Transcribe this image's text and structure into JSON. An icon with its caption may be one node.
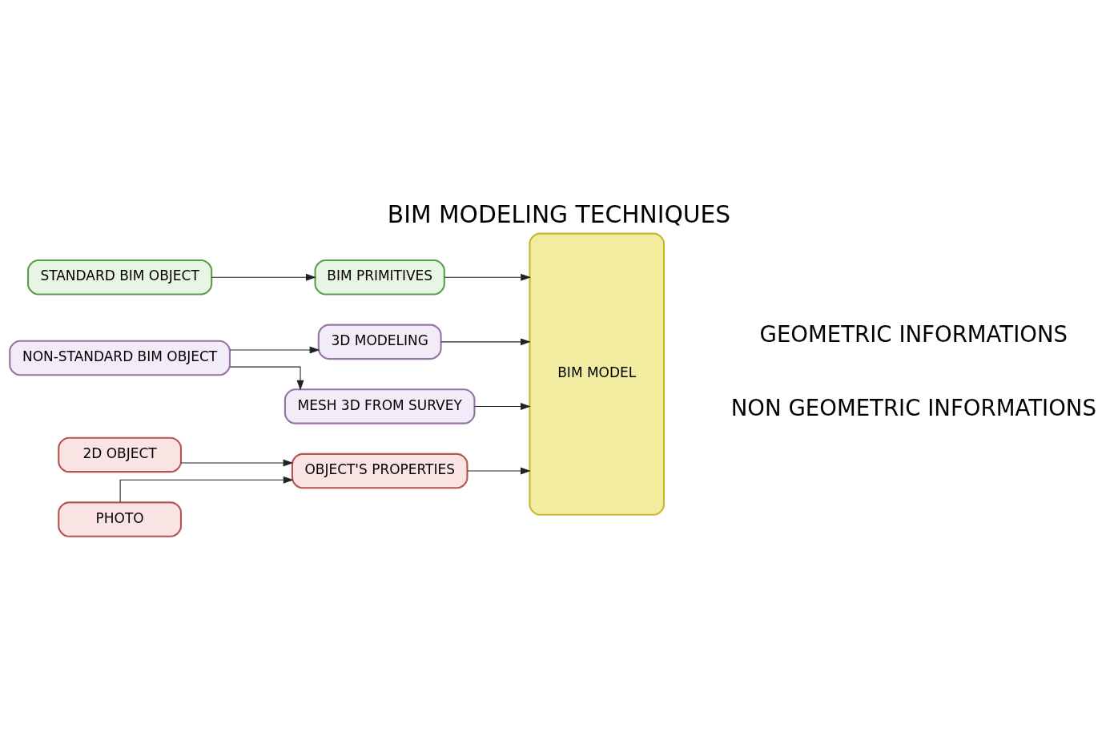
{
  "diagram": {
    "title": "BIM MODELING TECHNIQUES",
    "nodes": [
      {
        "text": [
          "STANDARD BIM OBJECT"
        ]
      },
      {
        "text": [
          "BIM PRIMITIVES"
        ]
      },
      {
        "text": [
          "3D MODELING"
        ]
      },
      {
        "text": [
          "BIM MODEL"
        ]
      },
      {
        "text": [
          "NON-STANDARD BIM OBJECT"
        ]
      },
      {
        "text": [
          "MESH 3D FROM SURVEY"
        ]
      },
      {
        "text": [
          "2D OBJECT"
        ]
      },
      {
        "text": [
          "OBJECT'S PROPERTIES"
        ]
      },
      {
        "text": [
          "PHOTO"
        ]
      }
    ],
    "edges": [
      {
        "from": 0,
        "to": 1,
        "arrow": "to"
      },
      {
        "from": 1,
        "to": 3,
        "arrow": "to"
      },
      {
        "from": 2,
        "to": 3,
        "arrow": "to"
      },
      {
        "from": 5,
        "to": 3,
        "arrow": "to"
      },
      {
        "from": 4,
        "to": 2,
        "arrow": "to"
      },
      {
        "from": 4,
        "to": 5,
        "arrow": "to"
      },
      {
        "from": 6,
        "to": 7,
        "arrow": "to"
      },
      {
        "from": 8,
        "to": 7,
        "arrow": "to"
      },
      {
        "from": 7,
        "to": 3,
        "arrow": "to"
      }
    ],
    "labels": [
      "GEOMETRIC INFORMATIONS",
      "NON GEOMETRIC INFORMATIONS"
    ]
  }
}
